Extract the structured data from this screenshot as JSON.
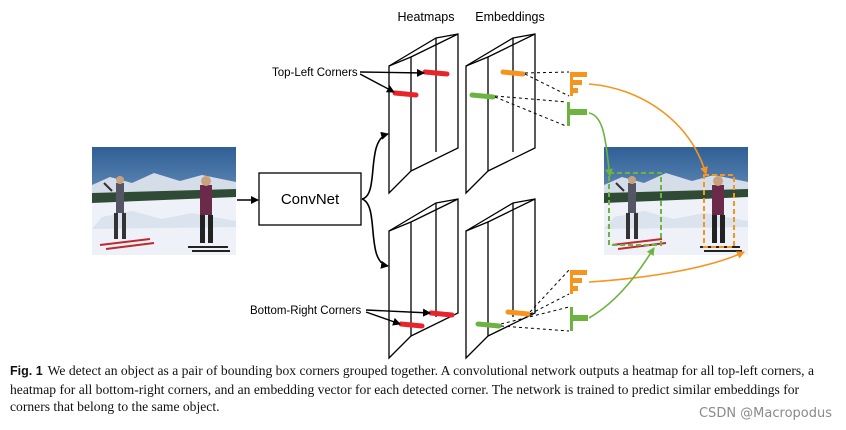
{
  "headers": {
    "heatmaps": "Heatmaps",
    "embeddings": "Embeddings"
  },
  "labels": {
    "convnet": "ConvNet",
    "top_left": "Top-Left Corners",
    "bottom_right": "Bottom-Right Corners"
  },
  "caption": {
    "fig_label": "Fig. 1",
    "text": "We detect an object as a pair of bounding box corners grouped together. A convolutional network outputs a heatmap for all top-left corners, a heatmap for all bottom-right corners, and an embedding vector for each detected corner. The network is trained to predict similar embeddings for corners that belong to the same object."
  },
  "watermark": "CSDN @Macropodus",
  "colors": {
    "red": "#e8232a",
    "orange": "#f7941d",
    "green": "#6cb33f",
    "sky": "#3f6ea0",
    "snow": "#eef2f8"
  }
}
